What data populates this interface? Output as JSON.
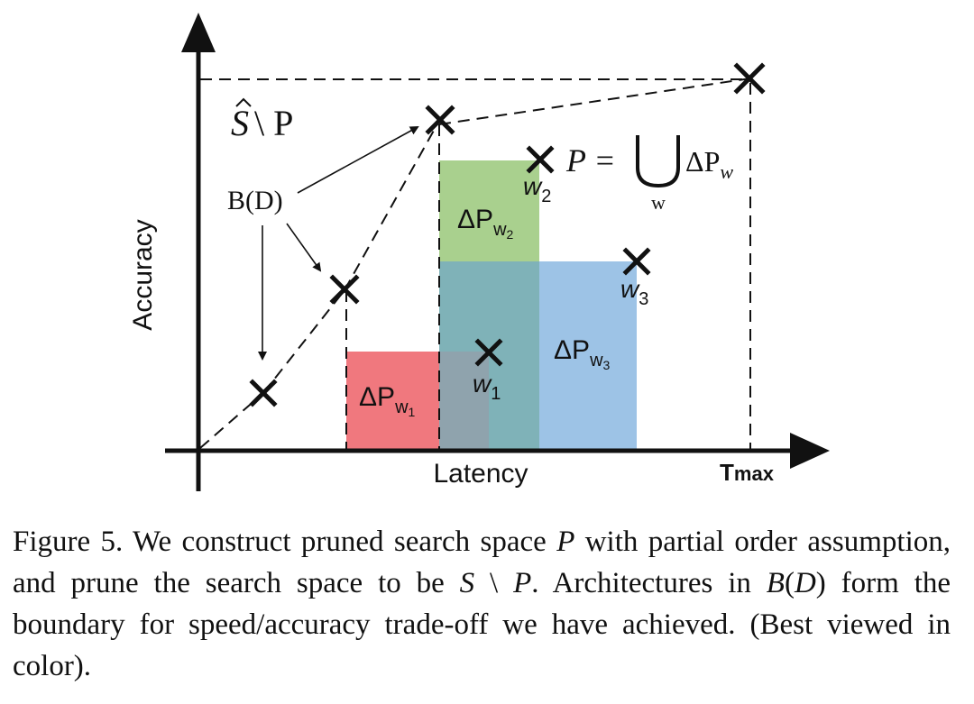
{
  "figure": {
    "x_axis_label": "Latency",
    "y_axis_label": "Accuracy",
    "tmax_label": "T",
    "tmax_sub": "max",
    "region_label_base": "S",
    "region_label_rest": "\\ P",
    "boundary_label": "B(D)",
    "union_lhs": "P =",
    "union_rhs": "ΔP",
    "union_rhs_sub": "w",
    "union_index": "w",
    "delta": "ΔP",
    "w1_sub": "w",
    "w1_num": "1",
    "w2_num": "2",
    "w3_num": "3",
    "point_w1": "w",
    "point_w2": "w",
    "point_w3": "w",
    "colors": {
      "red": "#f0787e",
      "green": "#a9d08e",
      "blue": "#9dc3e6",
      "teal": "#7fb2b8",
      "gray": "#8fa3ad",
      "ink": "#111111"
    }
  },
  "caption": {
    "part1": "Figure 5. We construct pruned search space ",
    "P": "P",
    "part2": " with partial order assumption, and prune the search space to be ",
    "S": "S",
    "setminus": " \\ ",
    "P2": "P",
    "part3": ". Architectures in ",
    "B": "B",
    "lparen": "(",
    "D": "D",
    "rparen": ")",
    "part4": " form the boundary for speed/accuracy trade-off we have achieved. (Best viewed in color)."
  }
}
